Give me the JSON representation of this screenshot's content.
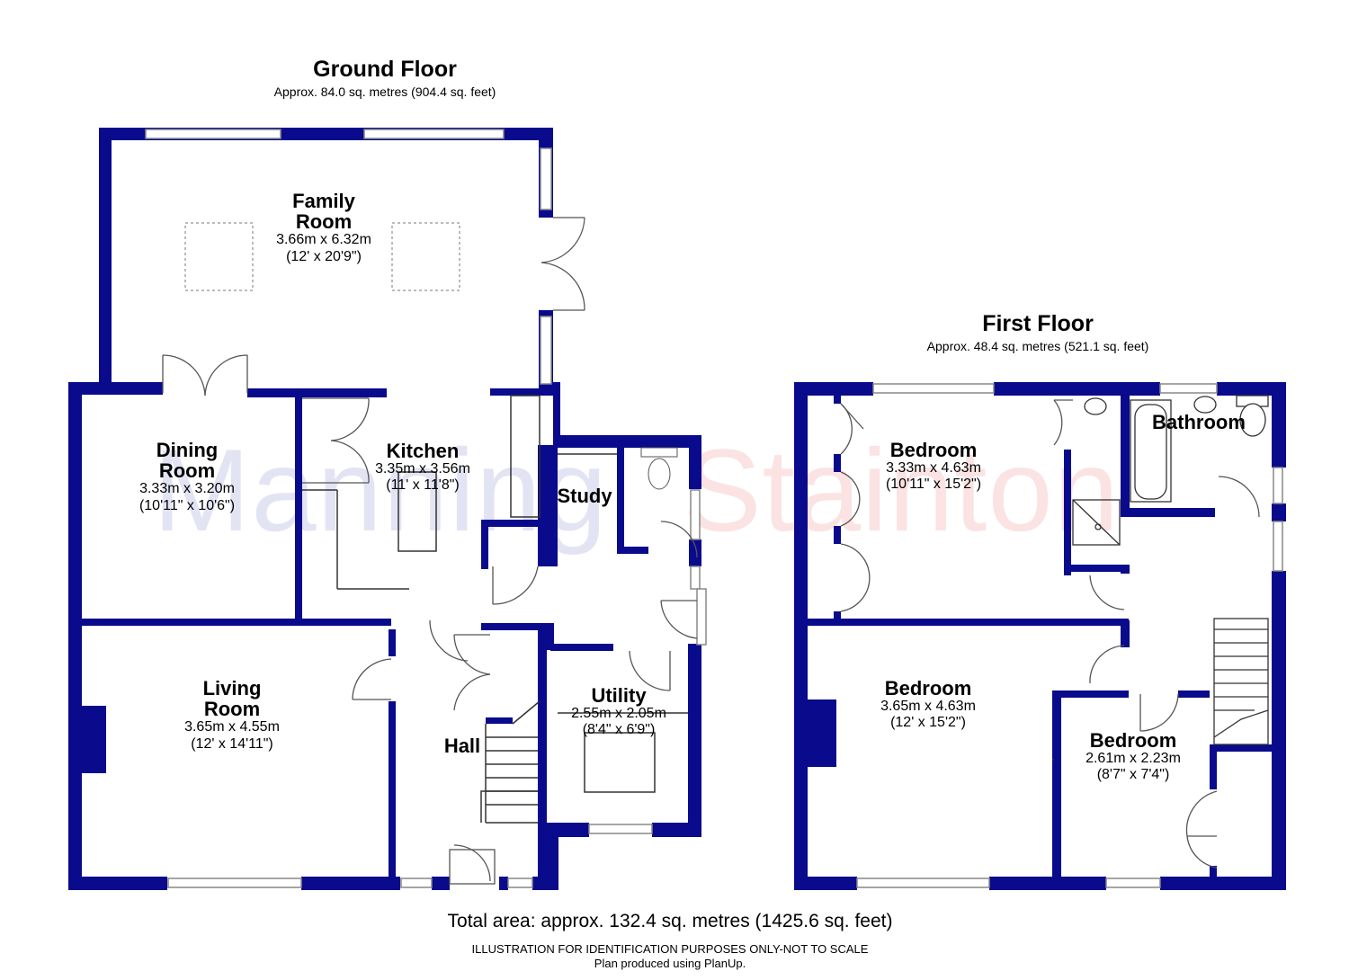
{
  "watermark": {
    "part1": "Manning",
    "part2": "Stainton",
    "color1": "#e3e4f3",
    "color2": "#fbe3e3"
  },
  "colors": {
    "wall": "#0a0a8c",
    "window": "#888888",
    "door": "#555555",
    "dashed": "#777777"
  },
  "ground_floor": {
    "title": "Ground Floor",
    "area": "Approx. 84.0 sq. metres (904.4 sq. feet)",
    "rooms": {
      "family": {
        "name1": "Family",
        "name2": "Room",
        "dim_m": "3.66m x 6.32m",
        "dim_ft": "(12' x 20'9\")"
      },
      "dining": {
        "name1": "Dining",
        "name2": "Room",
        "dim_m": "3.33m x 3.20m",
        "dim_ft": "(10'11\" x 10'6\")"
      },
      "kitchen": {
        "name1": "Kitchen",
        "dim_m": "3.35m x 3.56m",
        "dim_ft": "(11' x 11'8\")"
      },
      "study": {
        "name1": "Study"
      },
      "living": {
        "name1": "Living",
        "name2": "Room",
        "dim_m": "3.65m x 4.55m",
        "dim_ft": "(12' x 14'11\")"
      },
      "hall": {
        "name1": "Hall"
      },
      "utility": {
        "name1": "Utility",
        "dim_m": "2.55m x 2.05m",
        "dim_ft": "(8'4\" x 6'9\")"
      }
    }
  },
  "first_floor": {
    "title": "First Floor",
    "area": "Approx. 48.4 sq. metres (521.1 sq. feet)",
    "rooms": {
      "bedroom1": {
        "name1": "Bedroom",
        "dim_m": "3.33m x 4.63m",
        "dim_ft": "(10'11\" x 15'2\")"
      },
      "bathroom": {
        "name1": "Bathroom"
      },
      "bedroom2": {
        "name1": "Bedroom",
        "dim_m": "3.65m x 4.63m",
        "dim_ft": "(12' x 15'2\")"
      },
      "bedroom3": {
        "name1": "Bedroom",
        "dim_m": "2.61m x 2.23m",
        "dim_ft": "(8'7\" x 7'4\")"
      }
    }
  },
  "footer": {
    "total": "Total area: approx. 132.4 sq. metres (1425.6 sq. feet)",
    "note1": "ILLUSTRATION FOR IDENTIFICATION PURPOSES ONLY-NOT TO SCALE",
    "note2": "Plan produced using PlanUp."
  }
}
